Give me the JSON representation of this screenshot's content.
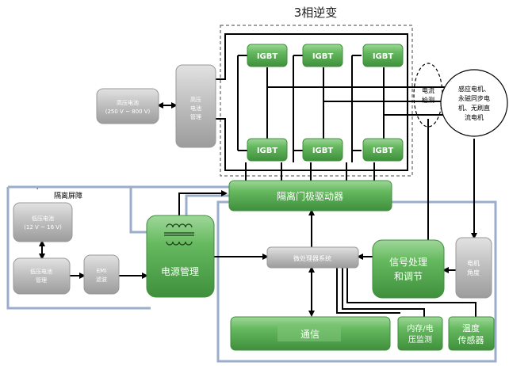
{
  "title": "3相逆变",
  "blocks": {
    "hv_battery": [
      "高压电池",
      "(250 V ~ 800 V)"
    ],
    "hv_power_mgmt": [
      "高压",
      "电池",
      "管理"
    ],
    "igbt": "IGBT",
    "current_detect": [
      "电流",
      "检测"
    ],
    "motor": [
      "感应电机、",
      "永磁同步电",
      "机、无刷直",
      "流电机"
    ],
    "isolated_gate_driver": "隔离门极驱动器",
    "isolation_barrier": "隔离屏障",
    "lv_battery": [
      "低压电池",
      "(12 V ~ 16 V)"
    ],
    "lv_power_mgmt": [
      "低压电池",
      "管理"
    ],
    "emi_filter": [
      "EMI",
      "滤波"
    ],
    "power_mgmt": "电源管理",
    "mcu": "微处理器系统",
    "signal_processing": [
      "信号处理",
      "和调节"
    ],
    "motor_position": [
      "电机",
      "角度"
    ],
    "communication": "通信",
    "memory_voltage": [
      "内存/电",
      "压监测"
    ],
    "temp_sensor": [
      "温度",
      "传感器"
    ]
  },
  "colors": {
    "green": "#5fb35a",
    "green_dark": "#3f8f3c",
    "grey": "#b9b9b9",
    "barrier": "#9aaecb",
    "line": "#000000"
  }
}
